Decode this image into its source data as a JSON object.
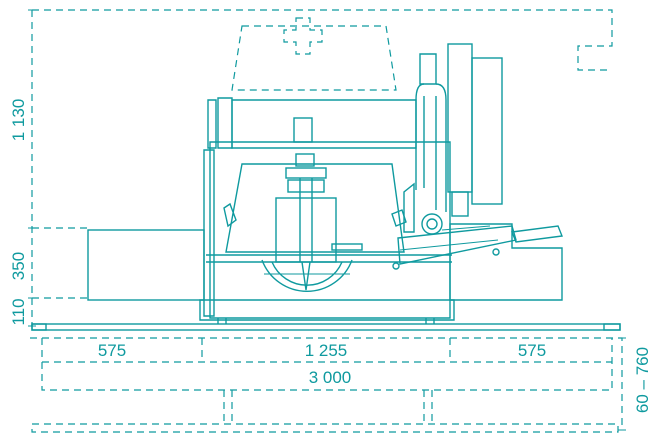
{
  "dimensions": {
    "horizontal": {
      "left_section": "575",
      "center_section": "1 255",
      "right_section": "575",
      "overall_length": "3 000"
    },
    "vertical_left": {
      "upper_height": "1 130",
      "middle_height": "350",
      "lower_height": "110"
    },
    "vertical_right": {
      "range": "60 – 760"
    }
  },
  "colors": {
    "line": "#0f9a9f",
    "background": "#ffffff"
  }
}
